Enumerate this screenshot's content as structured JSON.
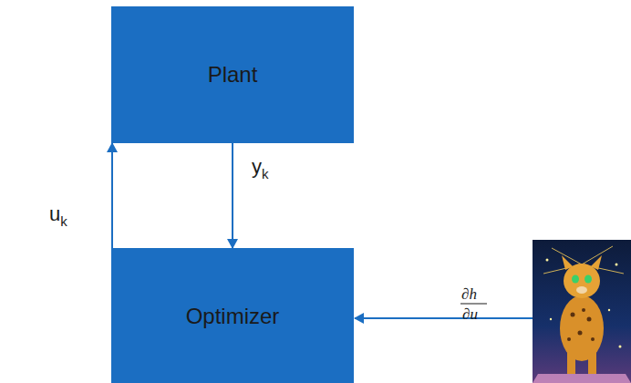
{
  "diagram": {
    "nodes": [
      {
        "text": [
          "Plant"
        ]
      },
      {
        "text": [
          "Optimizer"
        ]
      }
    ],
    "edges": [
      {
        "from": 0,
        "to": 1,
        "arrow": "to",
        "label": "yk"
      },
      {
        "from": 1,
        "to": 0,
        "arrow": "to",
        "label": "uk"
      }
    ],
    "labels": [
      "∂h",
      "∂u"
    ]
  }
}
